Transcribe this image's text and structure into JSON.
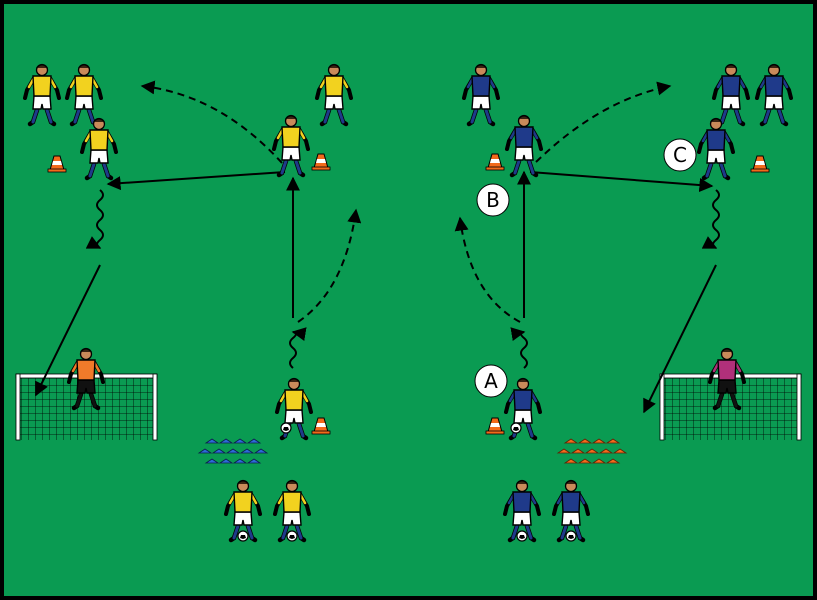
{
  "diagram": {
    "colors": {
      "pitch": "#0a9b52",
      "border": "#000000",
      "team_yellow_shirt": "#f2d21f",
      "team_blue_shirt": "#1f3a8a",
      "shorts": "#ffffff",
      "socks": "#1f3a8a",
      "goalkeeper_left": "#f07a2a",
      "goalkeeper_right": "#b0307a",
      "cone": "#f26a1b",
      "cone_stripe": "#ffffff",
      "marker_blue": "#2c6ad6",
      "marker_orange": "#f26a1b",
      "arrow": "#000000",
      "goal_frame": "#ffffff"
    },
    "labels": [
      {
        "id": "A",
        "text": "A"
      },
      {
        "id": "B",
        "text": "B"
      },
      {
        "id": "C",
        "text": "C"
      }
    ]
  }
}
